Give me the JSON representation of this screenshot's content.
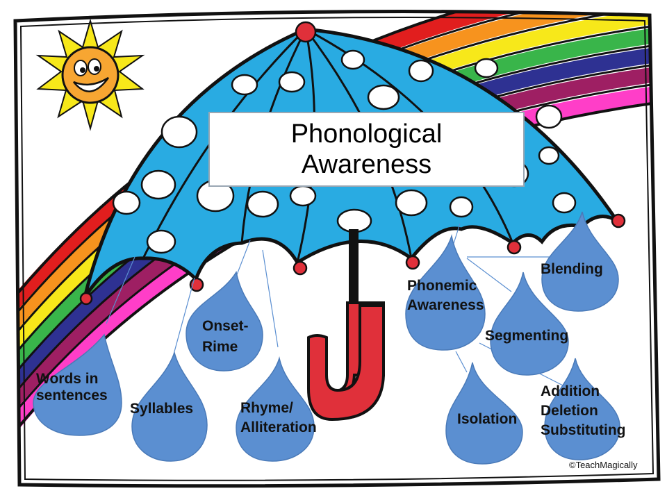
{
  "title": {
    "line1": "Phonological",
    "line2": "Awareness"
  },
  "drops": {
    "words_in_sentences": {
      "line1": "Words in",
      "line2": "sentences"
    },
    "syllables": {
      "line1": "Syllables"
    },
    "onset_rime": {
      "line1": "Onset-",
      "line2": "Rime"
    },
    "rhyme_alliteration": {
      "line1": "Rhyme/",
      "line2": "Alliteration"
    },
    "phonemic_awareness": {
      "line1": "Phonemic",
      "line2": "Awareness"
    },
    "blending": {
      "line1": "Blending"
    },
    "segmenting": {
      "line1": "Segmenting"
    },
    "isolation": {
      "line1": "Isolation"
    },
    "addition_deletion": {
      "line1": "Addition",
      "line2": "Deletion",
      "line3": "Substituting"
    }
  },
  "copyright": "©TeachMagically",
  "icons": [
    "sun-icon",
    "rainbow",
    "umbrella-icon",
    "raindrop-icon"
  ],
  "colors": {
    "umbrella": "#29abe2",
    "drop": "#5b8fd1",
    "handle": "#e0303a",
    "sun": "#f7e81a",
    "rainbow": [
      "#e11e1e",
      "#f7931e",
      "#f7e81a",
      "#39b54a",
      "#2e3192",
      "#9e1f63",
      "#ff3ec8"
    ]
  }
}
